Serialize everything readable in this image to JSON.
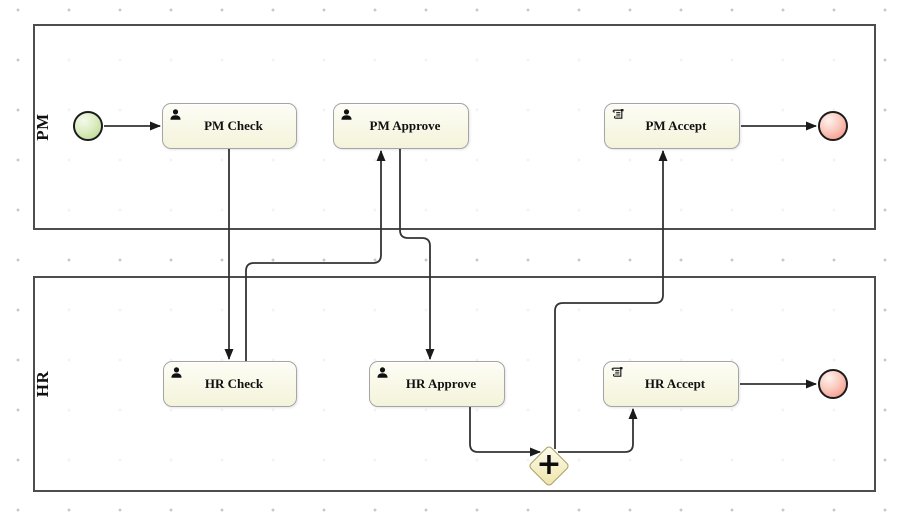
{
  "lanes": [
    {
      "label": "PM"
    },
    {
      "label": "HR"
    }
  ],
  "tasks": [
    {
      "id": "pm-check",
      "label": "PM Check",
      "type": "user-task",
      "lane": "PM"
    },
    {
      "id": "pm-approve",
      "label": "PM Approve",
      "type": "user-task",
      "lane": "PM"
    },
    {
      "id": "pm-accept",
      "label": "PM Accept",
      "type": "script-task",
      "lane": "PM"
    },
    {
      "id": "hr-check",
      "label": "HR Check",
      "type": "user-task",
      "lane": "HR"
    },
    {
      "id": "hr-approve",
      "label": "HR Approve",
      "type": "user-task",
      "lane": "HR"
    },
    {
      "id": "hr-accept",
      "label": "HR Accept",
      "type": "script-task",
      "lane": "HR"
    }
  ],
  "events": [
    {
      "id": "start",
      "type": "start-event",
      "lane": "PM"
    },
    {
      "id": "end-pm",
      "type": "end-event",
      "lane": "PM"
    },
    {
      "id": "end-hr",
      "type": "end-event",
      "lane": "HR"
    }
  ],
  "gateway": {
    "id": "fork",
    "type": "parallel-gateway",
    "symbol": "+",
    "lane": "HR"
  },
  "flows": [
    {
      "from": "start",
      "to": "pm-check"
    },
    {
      "from": "pm-check",
      "to": "hr-check"
    },
    {
      "from": "hr-check",
      "to": "pm-approve"
    },
    {
      "from": "pm-approve",
      "to": "hr-approve"
    },
    {
      "from": "hr-approve",
      "to": "fork"
    },
    {
      "from": "fork",
      "to": "pm-accept"
    },
    {
      "from": "fork",
      "to": "hr-accept"
    },
    {
      "from": "pm-accept",
      "to": "end-pm"
    },
    {
      "from": "hr-accept",
      "to": "end-hr"
    }
  ],
  "colors": {
    "task_fill_top": "#fdfdf6",
    "task_fill_bottom": "#f4f3da",
    "task_border": "#a5a5a5",
    "pool_border": "#4d4d4d",
    "flow": "#333333",
    "grid_dot": "#c8c8c8",
    "start_fill": "#b4d789",
    "end_fill": "#f4887b",
    "event_border": "#1c1c1c",
    "gateway_fill_top": "#fdfbee",
    "gateway_fill_bottom": "#eee5a9",
    "gateway_border": "#ab9f62"
  }
}
